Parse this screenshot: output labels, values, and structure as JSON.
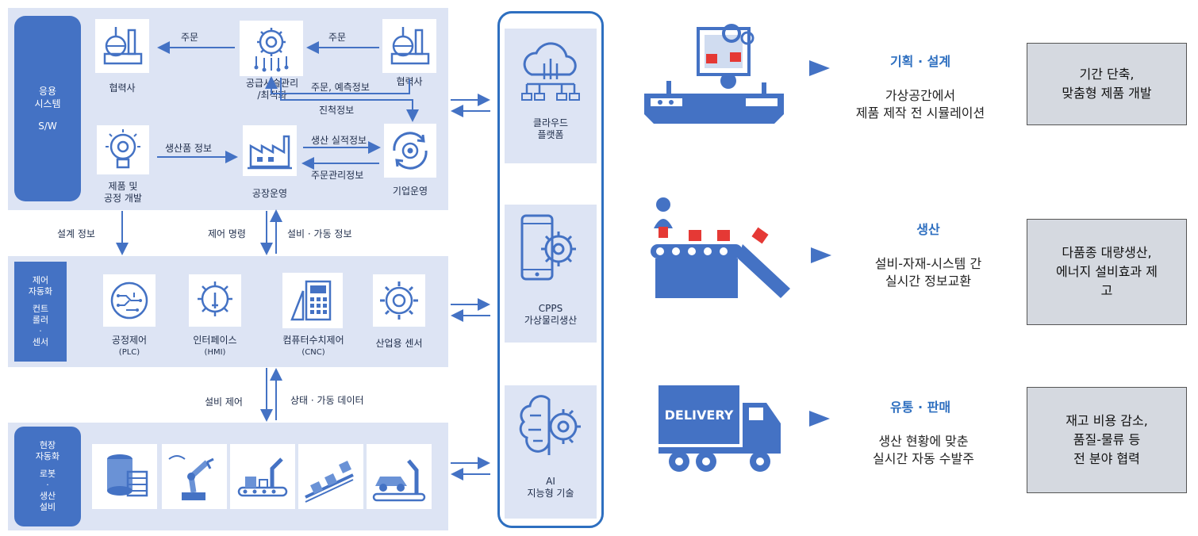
{
  "left": {
    "app_tier": {
      "side_label": [
        "응용",
        "시스템",
        "",
        "S/W"
      ],
      "nodes": {
        "partner_left": "협력사",
        "scm": [
          "공급사슬관리",
          "/최적화"
        ],
        "partner_right": "협력사",
        "product_dev": [
          "제품 및",
          "공정 개발"
        ],
        "factory_ops": "공장운영",
        "enterprise_ops": "기업운영"
      },
      "arrows": {
        "order_left": "주문",
        "order_right": "주문",
        "order_forecast": "주문, 예측정보",
        "progress": "진척정보",
        "product_info": "생산품 정보",
        "production_result": "생산 실적정보",
        "order_mgmt": "주문관리정보"
      }
    },
    "between_1_2": {
      "design_info": "설계 정보",
      "control_cmd": "제어 명령",
      "equip_info": "설비 · 가동 정보"
    },
    "control_tier": {
      "side_label": [
        "제어",
        "자동화",
        "",
        "컨트",
        "롤러",
        "·",
        "센서"
      ],
      "items": [
        {
          "label": "공정제어",
          "sub": "(PLC)",
          "icon": "circuit-bulb-icon"
        },
        {
          "label": "인터페이스",
          "sub": "(HMI)",
          "icon": "gear-touch-icon"
        },
        {
          "label": "컴퓨터수치제어",
          "sub": "(CNC)",
          "icon": "calculator-icon"
        },
        {
          "label": "산업용 센서",
          "sub": "",
          "icon": "sensor-gear-icon"
        }
      ]
    },
    "between_2_3": {
      "equip_control": "설비 제어",
      "status_data": "상태 · 가동 데이터"
    },
    "field_tier": {
      "side_label": [
        "현장",
        "자동화",
        "",
        "로봇",
        "·",
        "생산",
        "설비"
      ],
      "icons": [
        "cylinder-stack-icon",
        "robot-arm-icon",
        "assembly-line-icon",
        "conveyor-boxes-icon",
        "car-robot-icon"
      ]
    }
  },
  "platform": {
    "cloud": [
      "클라우드",
      "플랫폼"
    ],
    "cpps": [
      "CPPS",
      "가상물리생산"
    ],
    "ai": [
      "AI",
      "지능형 기술"
    ]
  },
  "stages": [
    {
      "title": "기획 · 설계",
      "desc": [
        "가상공간에서",
        "제품 제작 전 시뮬레이션"
      ],
      "result": [
        "기간 단축,",
        "맞춤형 제품 개발"
      ],
      "icon": "design-engineer-icon"
    },
    {
      "title": "생산",
      "desc": [
        "설비-자재-시스템 간",
        "실시간 정보교환"
      ],
      "result": [
        "다품종 대량생산,",
        "에너지 설비효과 제",
        "고"
      ],
      "icon": "production-line-icon"
    },
    {
      "title": "유통 · 판매",
      "desc": [
        "생산 현황에 맞춘",
        "실시간 자동 수발주"
      ],
      "result": [
        "재고 비용 감소,",
        "품질-물류 등",
        "전 분야 협력"
      ],
      "icon": "delivery-truck-icon",
      "truck_text": "DELIVERY"
    }
  ],
  "colors": {
    "accent": "#4472c4",
    "panel": "#dde4f4",
    "platform_border": "#2e6fc0",
    "result_bg": "#d5d9e0"
  }
}
